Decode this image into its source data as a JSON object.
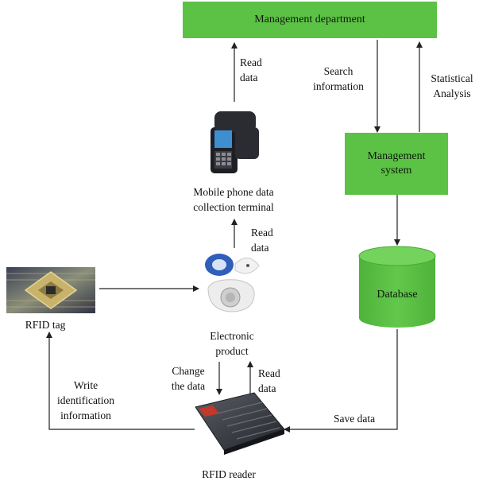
{
  "nodes": {
    "management_department": "Management department",
    "management_system_l1": "Management",
    "management_system_l2": "system",
    "database": "Database",
    "mobile_terminal_l1": "Mobile phone data",
    "mobile_terminal_l2": "collection terminal",
    "electronic_product_l1": "Electronic",
    "electronic_product_l2": "product",
    "rfid_tag": "RFID tag",
    "rfid_reader": "RFID reader"
  },
  "edges": {
    "read_data_top_l1": "Read",
    "read_data_top_l2": "data",
    "search_info_l1": "Search",
    "search_info_l2": "information",
    "statistical_l1": "Statistical",
    "statistical_l2": "Analysis",
    "read_data_mid_l1": "Read",
    "read_data_mid_l2": "data",
    "change_data_l1": "Change",
    "change_data_l2": "the data",
    "read_data_bottom_l1": "Read",
    "read_data_bottom_l2": "data",
    "write_l1": "Write",
    "write_l2": "identification",
    "write_l3": "information",
    "save_data": "Save data"
  },
  "colors": {
    "box_fill": "#5cc245",
    "arrow": "#222222"
  }
}
